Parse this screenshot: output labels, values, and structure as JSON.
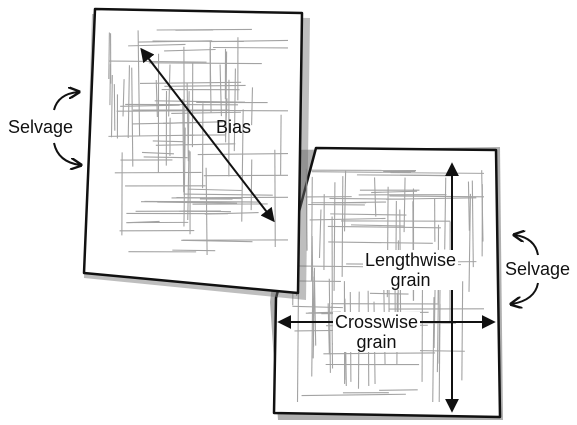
{
  "labels": {
    "selvage_left": "Selvage",
    "bias": "Bias",
    "lengthwise_grain": "Lengthwise\ngrain",
    "selvage_right": "Selvage",
    "crosswise_grain": "Crosswise\ngrain"
  },
  "colors": {
    "ink": "#111111",
    "weave": "#9a9a9a",
    "shadow": "#6e6e6e",
    "paper": "#ffffff"
  }
}
